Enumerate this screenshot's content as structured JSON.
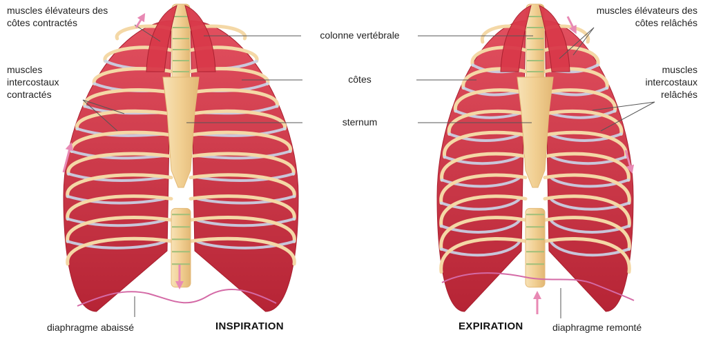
{
  "labels": {
    "left_top": [
      "muscles élévateurs des",
      "côtes contractés"
    ],
    "left_mid": [
      "muscles",
      "intercostaux",
      "contractés"
    ],
    "left_bottom": "diaphragme abaissé",
    "center_spine": "colonne vertébrale",
    "center_ribs": "côtes",
    "center_sternum": "sternum",
    "right_top": [
      "muscles élévateurs des",
      "côtes relâchés"
    ],
    "right_mid": [
      "muscles",
      "intercostaux",
      "relâchés"
    ],
    "right_bottom": "diaphragme remonté"
  },
  "captions": {
    "left": "INSPIRATION",
    "right": "EXPIRATION"
  },
  "colors": {
    "muscle": "#d9394a",
    "muscle_dark": "#a81f2e",
    "bone": "#f4d8a6",
    "bone_shadow": "#e3b978",
    "cartilage": "#c9d6ea",
    "arrow": "#e889b4",
    "diaphragm": "#d46aa6",
    "leader": "#555555"
  }
}
